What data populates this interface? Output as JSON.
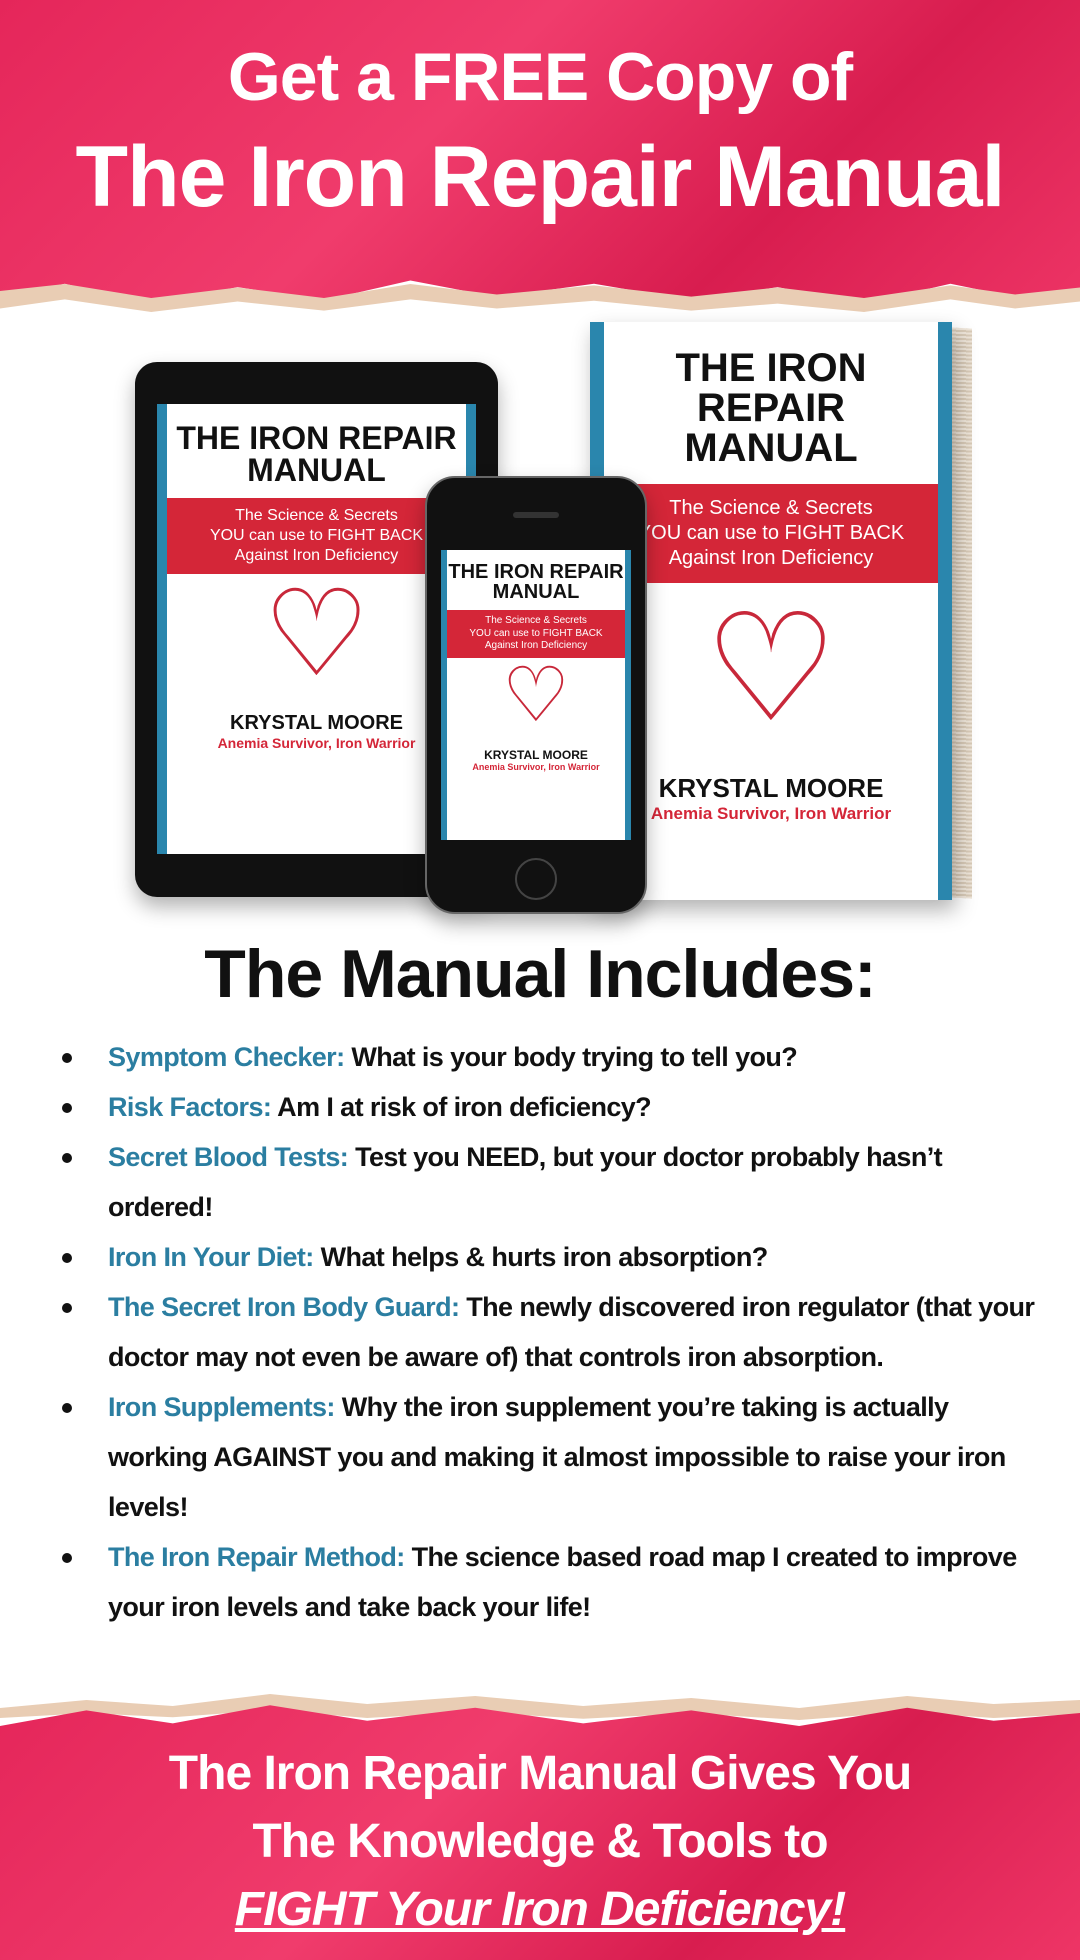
{
  "header": {
    "line1": "Get a FREE Copy of",
    "line2": "The Iron Repair Manual"
  },
  "book": {
    "title1": "THE IRON REPAIR",
    "title2": "MANUAL",
    "sub1": "The Science & Secrets",
    "sub2": "YOU can use to FIGHT BACK",
    "sub3": "Against Iron Deficiency",
    "author": "KRYSTAL MOORE",
    "tagline": "Anemia Survivor, Iron Warrior"
  },
  "section_title": "The Manual Includes:",
  "items": [
    {
      "key": "Symptom Checker:",
      "text": "What is your body trying to tell you?"
    },
    {
      "key": "Risk Factors:",
      "text": "Am I at risk of iron deficiency?"
    },
    {
      "key": "Secret Blood Tests:",
      "text": "Test you NEED, but your doctor probably hasn’t ordered!"
    },
    {
      "key": "Iron In Your Diet:",
      "text": "What helps & hurts iron absorption?"
    },
    {
      "key": "The Secret Iron Body Guard:",
      "text": "The newly discovered iron regulator (that your doctor may not even be aware of) that controls iron absorption."
    },
    {
      "key": "Iron Supplements:",
      "text": "Why the iron supplement you’re taking is actually working AGAINST you and making it almost impossible to raise your iron levels!"
    },
    {
      "key": "The Iron Repair Method:",
      "text": "The science based road map I created to improve your iron levels and take back your life!"
    }
  ],
  "footer": {
    "line1": "The Iron Repair Manual Gives You",
    "line2": "The Knowledge & Tools to",
    "line3": "FIGHT Your Iron Deficiency!"
  },
  "colors": {
    "pink": "#e5265a",
    "accent_blue": "#2b7ea1",
    "red": "#d42638"
  }
}
